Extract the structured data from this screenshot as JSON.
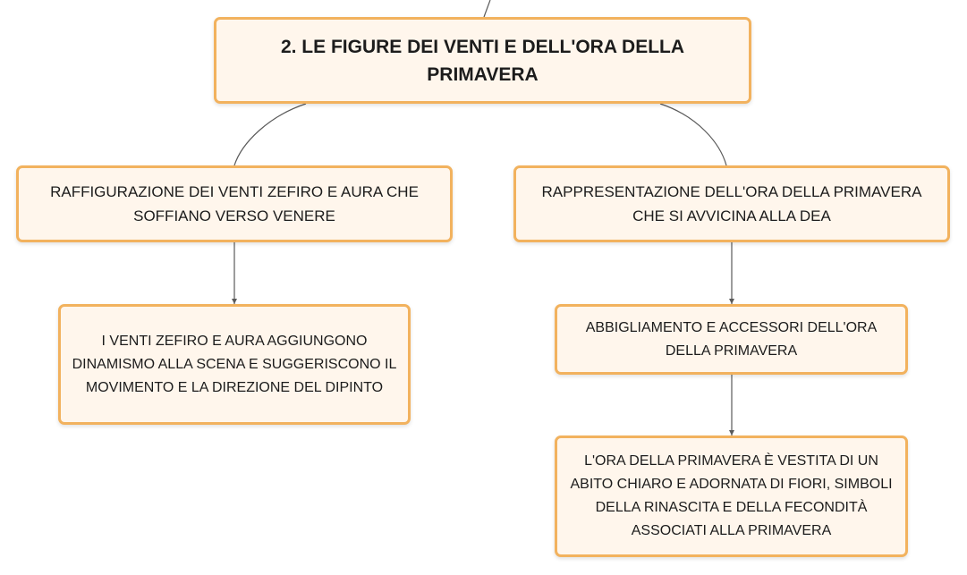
{
  "diagram": {
    "root": {
      "label": "2. LE FIGURE DEI VENTI E DELL'ORA DELLA PRIMAVERA"
    },
    "branches": [
      {
        "label": "RAFFIGURAZIONE DEI VENTI ZEFIRO E AURA CHE SOFFIANO VERSO VENERE",
        "child": {
          "label": "I VENTI ZEFIRO E AURA AGGIUNGONO DINAMISMO ALLA SCENA E SUGGERISCONO IL MOVIMENTO E LA DIREZIONE DEL DIPINTO"
        }
      },
      {
        "label": "RAPPRESENTAZIONE DELL'ORA DELLA PRIMAVERA CHE SI AVVICINA ALLA DEA",
        "child": {
          "label": "ABBIGLIAMENTO E ACCESSORI DELL'ORA DELLA PRIMAVERA",
          "child": {
            "label": "L'ORA DELLA PRIMAVERA È VESTITA DI UN ABITO CHIARO E ADORNATA DI FIORI, SIMBOLI DELLA RINASCITA E DELLA FECONDITÀ ASSOCIATI ALLA PRIMAVERA"
          }
        }
      }
    ]
  },
  "colors": {
    "node_fill": "#fff6ec",
    "node_border": "#f2b25e",
    "connector": "#5a5a5a",
    "text": "#1c1c1c"
  }
}
